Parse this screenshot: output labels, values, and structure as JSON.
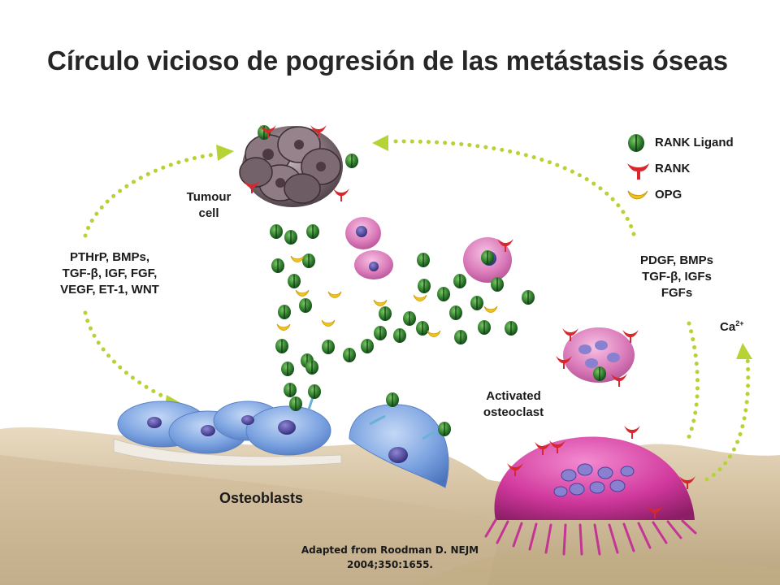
{
  "title": "Círculo vicioso de pogresión de las metástasis óseas",
  "legend": [
    {
      "label": "RANK Ligand",
      "icon": "rank-ligand-icon"
    },
    {
      "label": "RANK",
      "icon": "rank-receptor-icon"
    },
    {
      "label": "OPG",
      "icon": "opg-icon"
    }
  ],
  "labels": {
    "tumour_cell_line1": "Tumour",
    "tumour_cell_line2": "cell",
    "factors_left_line1": "PTHrP, BMPs,",
    "factors_left_line2": "TGF-β, IGF, FGF,",
    "factors_left_line3": "VEGF, ET-1, WNT",
    "factors_right_line1": "PDGF, BMPs",
    "factors_right_line2": "TGF-β, IGFs",
    "factors_right_line3": "FGFs",
    "calcium": "Ca",
    "calcium_sup": "2+",
    "activated_line1": "Activated",
    "activated_line2": "osteoclast",
    "osteoblasts": "Osteoblasts"
  },
  "caption_line1": "Adapted from Roodman D. NEJM",
  "caption_line2": "2004;350:1655.",
  "colors": {
    "arrow": "#b5d334",
    "ligand": "#2f7d2b",
    "rank": "#d8282e",
    "opg": "#f2c31a",
    "osteoblast": "#7aa2e0",
    "osteoclast": "#d0389c",
    "bone": "#d8c6a8"
  }
}
